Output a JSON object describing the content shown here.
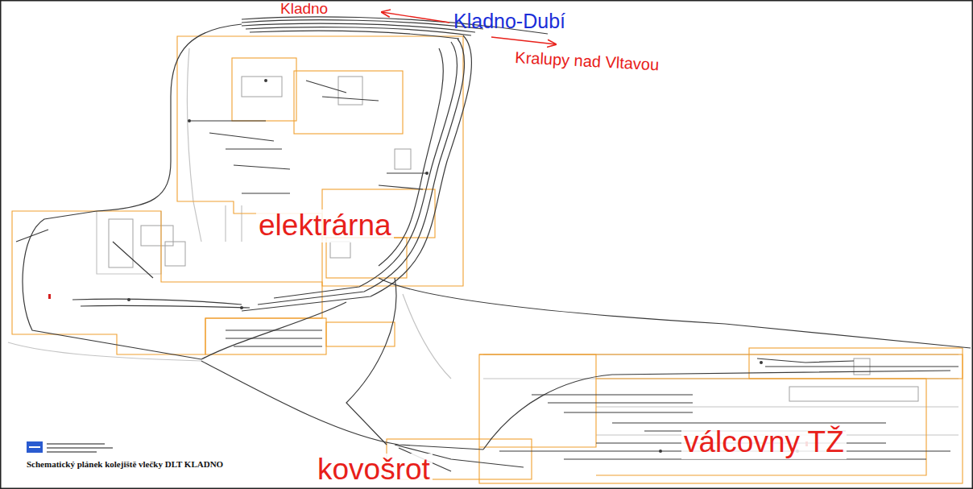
{
  "diagram": {
    "title": "Schematický plánek kolejiště vlečky DLT KLADNO",
    "labels": [
      "Kladno",
      "Kladno-Dubí",
      "Kralupy nad Vltavou",
      "elektrárna",
      "válcovny TŽ",
      "kovošrot"
    ]
  }
}
